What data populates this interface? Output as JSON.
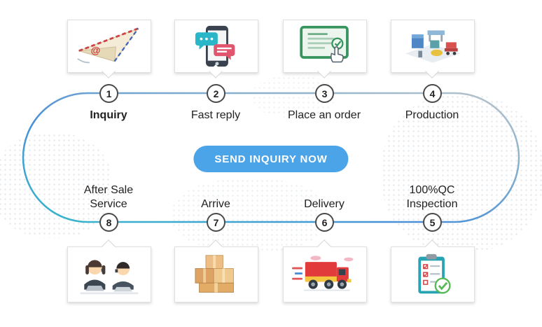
{
  "diagram": {
    "title_semantic": "order-process-flow",
    "cta_button": {
      "label": "SEND INQUIRY NOW"
    },
    "steps": [
      {
        "number": "1",
        "label": "Inquiry",
        "icon": "paper-plane-icon"
      },
      {
        "number": "2",
        "label": "Fast reply",
        "icon": "phone-chat-icon"
      },
      {
        "number": "3",
        "label": "Place an order",
        "icon": "order-screen-icon"
      },
      {
        "number": "4",
        "label": "Production",
        "icon": "factory-line-icon"
      },
      {
        "number": "5",
        "label": "100%QC Inspection",
        "icon": "qc-checklist-icon"
      },
      {
        "number": "6",
        "label": "Delivery",
        "icon": "delivery-truck-icon"
      },
      {
        "number": "7",
        "label": "Arrive",
        "icon": "package-boxes-icon"
      },
      {
        "number": "8",
        "label": "After Sale Service",
        "icon": "support-team-icon"
      }
    ],
    "colors": {
      "button_blue": "#4BA3E8",
      "loop_teal": "#35B8C9",
      "loop_blue": "#4A90D8",
      "loop_gray": "#B8C4CC",
      "number_border": "#4A4A4A"
    }
  }
}
